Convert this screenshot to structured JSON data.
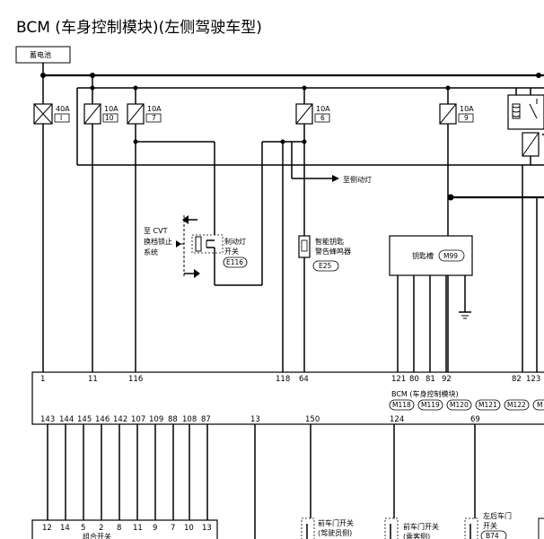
{
  "title": "BCM (车身控制模块)(左侧驾驶车型)",
  "battery_label": "蓄电池",
  "fuses": [
    {
      "amp": "40A",
      "no": "I"
    },
    {
      "amp": "10A",
      "no": "10"
    },
    {
      "amp": "10A",
      "no": "7"
    },
    {
      "amp": "10A",
      "no": "6"
    },
    {
      "amp": "10A",
      "no": "9"
    }
  ],
  "components": {
    "stop_lamp_switch": {
      "line1": "制动灯",
      "line2": "开关",
      "conn": "E116"
    },
    "cvt_label": {
      "line1": "至 CVT",
      "line2": "换档锁止",
      "line3": "系统"
    },
    "key_warning_buzzer": {
      "line1": "智能钥匙",
      "line2": "警告蜂鸣器",
      "conn": "E25"
    },
    "key_slot": {
      "label": "钥匙槽",
      "conn": "M99"
    },
    "left_side_lamp": "至侧动灯"
  },
  "bcm": {
    "label": "BCM (车身控制模块)",
    "connectors": [
      "M118",
      "M119",
      "M120",
      "M121",
      "M122",
      "M"
    ],
    "top_pins": [
      "1",
      "11",
      "116",
      "118",
      "64",
      "121",
      "80",
      "81",
      "92",
      "82",
      "123"
    ],
    "bottom_pins": [
      "143",
      "144",
      "145",
      "146",
      "142",
      "107",
      "109",
      "88",
      "108",
      "87",
      "13",
      "150",
      "124",
      "69"
    ]
  },
  "bottom": {
    "combo_pins": [
      "12",
      "14",
      "5",
      "2",
      "8",
      "11",
      "9",
      "7",
      "10",
      "13"
    ],
    "combo_label": "组合开关",
    "front_door_driver": {
      "line1": "前车门开关",
      "line2": "(驾驶员侧)"
    },
    "front_door_passenger": {
      "line1": "前车门开关",
      "line2": "(乘客侧)"
    },
    "rear_door_left": {
      "line1": "左后车门",
      "line2": "开关",
      "conn": "B74"
    }
  }
}
